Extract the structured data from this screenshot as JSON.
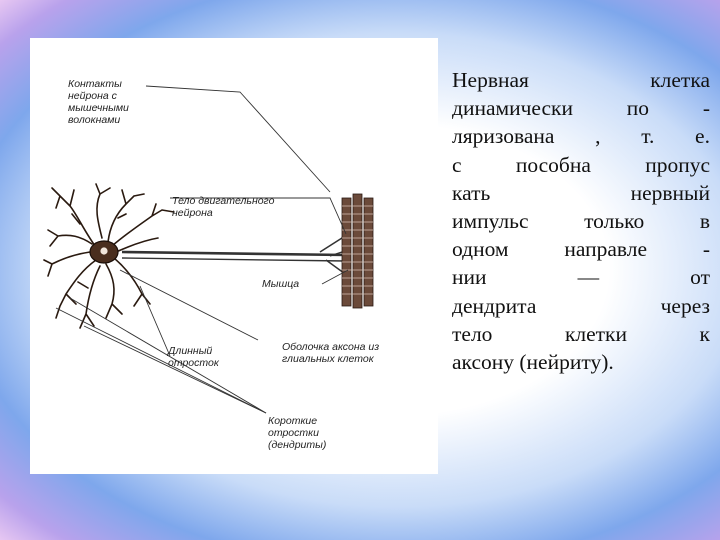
{
  "diagram": {
    "labels": {
      "contacts": [
        "Контакты",
        "нейрона с",
        "мышечными",
        "волокнами"
      ],
      "body": [
        "Тело двигательного",
        "нейрона"
      ],
      "muscle": [
        "Мышца"
      ],
      "sheath": [
        "Оболочка аксона из",
        "глиальных клеток"
      ],
      "long_process": [
        "Длинный",
        "отросток"
      ],
      "short_processes": [
        "Короткие",
        "отростки",
        "(дендриты)"
      ]
    }
  },
  "text": {
    "lines": [
      [
        "Нервная",
        "клетка"
      ],
      [
        "динамически",
        "по",
        "-"
      ],
      [
        "ляризована",
        ",",
        "т.",
        "е."
      ],
      [
        "с",
        "пособна",
        "пропус"
      ],
      [
        "кать",
        "нервный"
      ],
      [
        "импульс",
        "только",
        "в"
      ],
      [
        "одном",
        "направле",
        "-"
      ],
      [
        "нии",
        "—",
        "от"
      ],
      [
        "дендрита",
        "через"
      ],
      [
        "тело",
        "клетки",
        "к"
      ],
      [
        "аксону (нейриту)."
      ]
    ]
  }
}
